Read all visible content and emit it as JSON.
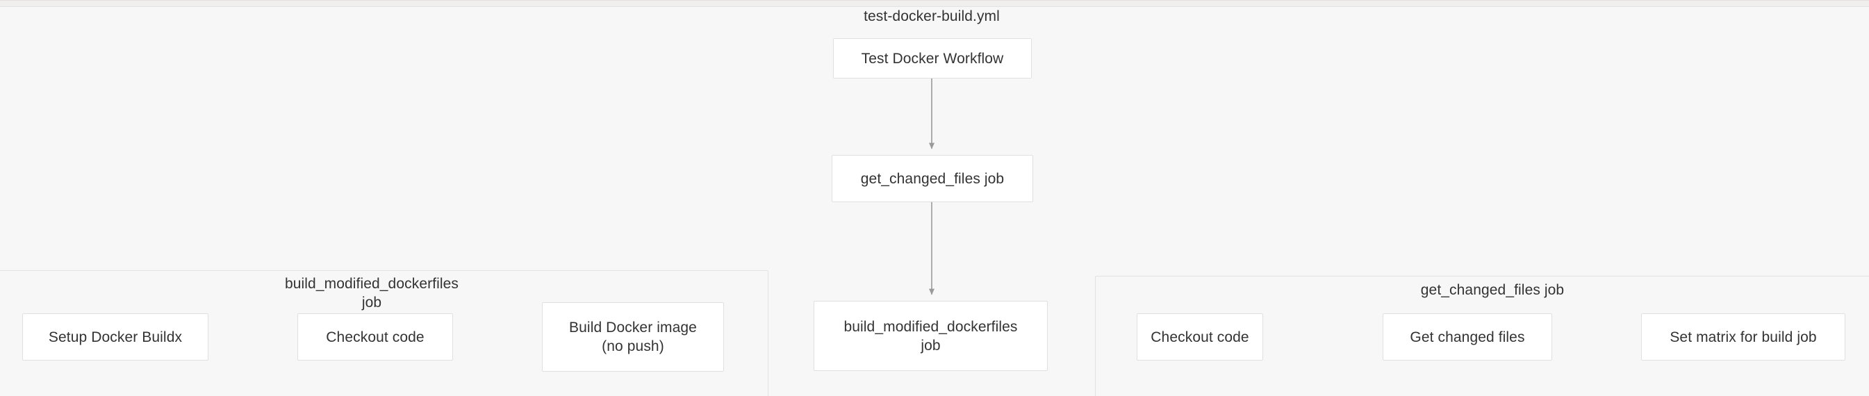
{
  "diagram": {
    "title": "test-docker-build.yml",
    "type": "flowchart",
    "colors": {
      "canvas_background": "#f7f7f7",
      "node_fill": "#ffffff",
      "node_border": "#e0e0e0",
      "cluster_fill": "#f7f7f7",
      "cluster_border": "#e2e2e2",
      "edge_stroke": "#999999",
      "text": "#333333"
    }
  },
  "nodes": {
    "workflow_root": {
      "label": "Test Docker Workflow"
    },
    "get_changed_files_job": {
      "label": "get_changed_files job"
    },
    "build_modified_dockerfiles_job": {
      "label": "build_modified_dockerfiles\njob"
    },
    "setup_docker_buildx": {
      "label": "Setup Docker Buildx"
    },
    "build_checkout_code": {
      "label": "Checkout code"
    },
    "build_docker_image": {
      "label": "Build Docker image\n(no push)"
    },
    "changed_checkout_code": {
      "label": "Checkout code"
    },
    "get_changed_files_step": {
      "label": "Get changed files"
    },
    "set_matrix_step": {
      "label": "Set matrix for build job"
    }
  },
  "clusters": {
    "build_modified_dockerfiles": {
      "label": "build_modified_dockerfiles\njob"
    },
    "get_changed_files": {
      "label": "get_changed_files job"
    }
  },
  "edges": [
    {
      "from": "workflow_root",
      "to": "get_changed_files_job"
    },
    {
      "from": "get_changed_files_job",
      "to": "build_modified_dockerfiles_job"
    },
    {
      "from": "setup_docker_buildx",
      "to": "build_checkout_code"
    },
    {
      "from": "build_checkout_code",
      "to": "build_docker_image"
    },
    {
      "from": "changed_checkout_code",
      "to": "get_changed_files_step"
    },
    {
      "from": "get_changed_files_step",
      "to": "set_matrix_step"
    }
  ]
}
